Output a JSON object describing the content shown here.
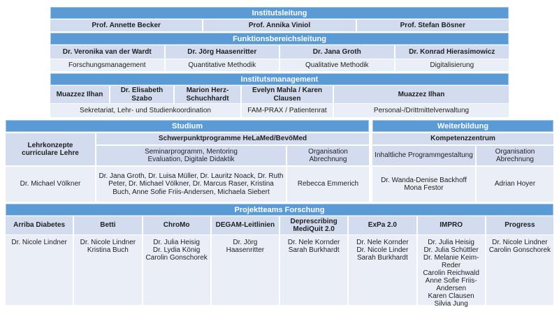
{
  "colors": {
    "header_blue": "#5B9BD5",
    "header_border": "#9DC3E6",
    "light_blue": "#D3DCEE",
    "lighter_blue": "#EAEEF6"
  },
  "institutsleitung": {
    "title": "Institutsleitung",
    "members": [
      "Prof. Annette Becker",
      "Prof. Annika Viniol",
      "Prof. Stefan Bösner"
    ]
  },
  "funktionsbereichsleitung": {
    "title": "Funktionsbereichsleitung",
    "columns": [
      {
        "name": "Dr. Veronika van der Wardt",
        "role": "Forschungsmanagement"
      },
      {
        "name": "Dr. Jörg Haasenritter",
        "role": "Quantitative Methodik"
      },
      {
        "name": "Dr. Jana Groth",
        "role": "Qualitative Methodik"
      },
      {
        "name": "Dr. Konrad Hierasimowicz",
        "role": "Digitalisierung"
      }
    ]
  },
  "institutsmanagement": {
    "title": "Institutsmanagement",
    "names": [
      "Muazzez Ilhan",
      "Dr. Elisabeth Szabo",
      "Marion Herz-\nSchuchhardt",
      "Evelyn Mahla / Karen Clausen",
      "Muazzez Ilhan"
    ],
    "roles": [
      "Sekretariat, Lehr- und Studienkoordination",
      "FAM-PRAX / Patientenrat",
      "Personal-/Drittmittelverwaltung"
    ]
  },
  "studium": {
    "title": "Studium",
    "left_header": "Lehrkonzepte\ncurriculare Lehre",
    "program_header": "Schwerpunktprogramme HeLaMed/BevöMed",
    "program_tasks": "Seminarprogramm, Mentoring\nEvaluation, Digitale Didaktik",
    "org_tasks": "Organisation\nAbrechnung",
    "left_name": "Dr. Michael Völkner",
    "program_names": "Dr. Jana Groth, Dr. Luisa Müller, Dr. Lauritz Noack, Dr. Ruth Peter, Dr. Michael Völkner, Dr. Marcus Raser, Kristina Buch, Anne Sofie Friis-Andersen, Michaela Siebert",
    "org_name": "Rebecca Emmerich"
  },
  "weiterbildung": {
    "title": "Weiterbildung",
    "center_header": "Kompetenzzentrum",
    "program_tasks": "Inhaltliche Programmgestaltung",
    "org_tasks": "Organisation\nAbrechnung",
    "program_names": "Dr. Wanda-Denise Backhoff\nMona Festor",
    "org_name": "Adrian Hoyer"
  },
  "projektteams": {
    "title": "Projektteams Forschung",
    "projects": [
      {
        "name": "Arriba Diabetes",
        "team": "Dr. Nicole Lindner"
      },
      {
        "name": "Betti",
        "team": "Dr. Nicole Lindner\nKristina Buch"
      },
      {
        "name": "ChroMo",
        "team": "Dr. Julia Heisig\nDr. Lydia König\nCarolin Gonschorek"
      },
      {
        "name": "DEGAM-Leitlinien",
        "team": "Dr. Jörg Haasenritter"
      },
      {
        "name": "Deprescribing\nMediQuit 2.0",
        "team": "Dr. Nele Kornder\nSarah Burkhardt"
      },
      {
        "name": "ExPa 2.0",
        "team": "Dr. Nele Kornder\nDr. Nicole Linder\nSarah Burkhardt"
      },
      {
        "name": "IMPRO",
        "team": "Dr. Julia Heisig\nDr. Julia Schüttler\nDr. Melanie Keim-Reder\nCarolin Reichwald\nAnne Sofie Friis-Andersen\nKaren Clausen\nSilvia Jung"
      },
      {
        "name": "Progress",
        "team": "Dr. Nicole Lindner\nCarolin Gonschorek"
      }
    ]
  }
}
